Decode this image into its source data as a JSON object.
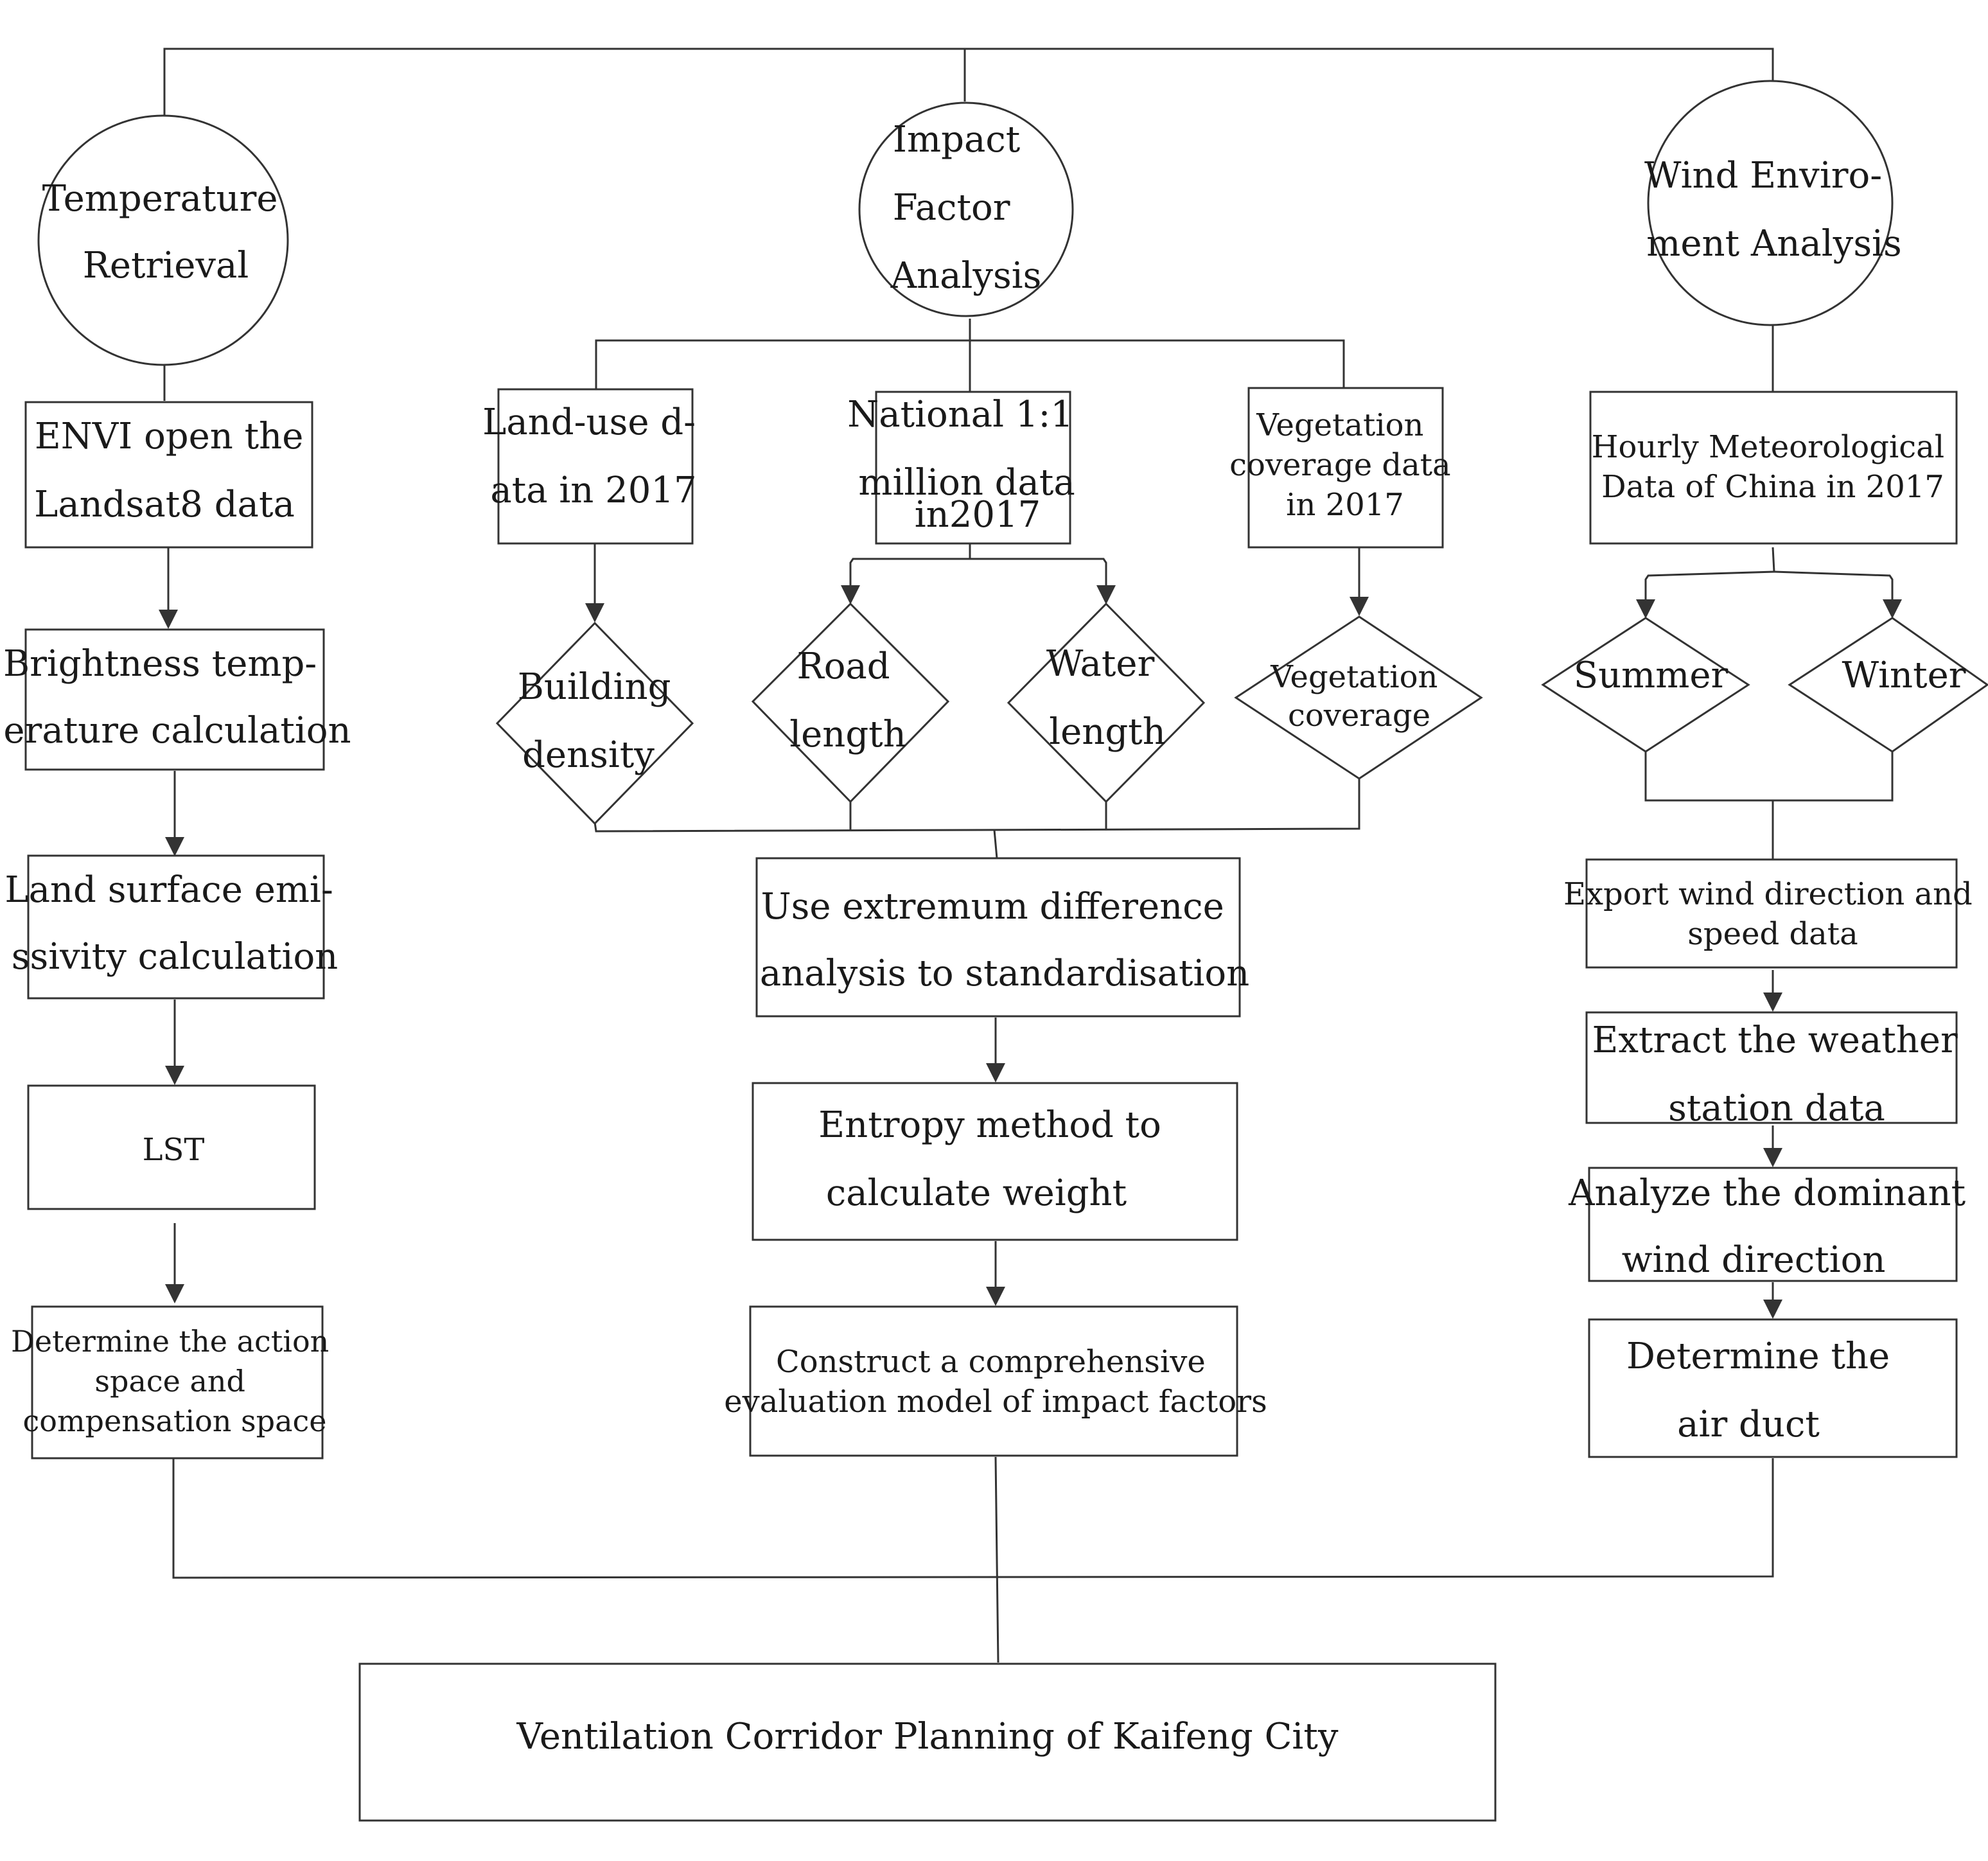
{
  "top_nodes": {
    "temperature": {
      "lines": [
        "Temperature",
        "Retrieval"
      ]
    },
    "impact": {
      "lines": [
        "Impact",
        "Factor",
        "Analysis"
      ]
    },
    "wind": {
      "lines": [
        "Wind Enviro-",
        "ment Analysis"
      ]
    }
  },
  "temperature_branch": {
    "envi": {
      "lines": [
        "ENVI open the",
        "Landsat8 data"
      ]
    },
    "brightness": {
      "lines": [
        "Brightness temp-",
        "erature calculation"
      ]
    },
    "emissivity": {
      "lines": [
        "Land surface emi-",
        "ssivity calculation"
      ]
    },
    "lst": {
      "lines": [
        "LST"
      ]
    },
    "determine_space": {
      "lines": [
        "Determine the action",
        "space and",
        "compensation space"
      ]
    }
  },
  "impact_branch": {
    "landuse": {
      "lines": [
        "Land-use d-",
        "ata in 2017"
      ]
    },
    "national": {
      "lines": [
        "National 1:1",
        "million data",
        "in2017"
      ]
    },
    "vegetation_data": {
      "lines": [
        "Vegetation",
        "coverage data",
        "in 2017"
      ]
    },
    "building_density": {
      "lines": [
        "Building",
        "density"
      ]
    },
    "road_length": {
      "lines": [
        "Road",
        "length"
      ]
    },
    "water_length": {
      "lines": [
        "Water",
        "length"
      ]
    },
    "vegetation_coverage": {
      "lines": [
        "Vegetation",
        "coverage"
      ]
    },
    "extremum": {
      "lines": [
        "Use extremum difference",
        "analysis to standardisation"
      ]
    },
    "entropy": {
      "lines": [
        "Entropy method to",
        "calculate weight"
      ]
    },
    "construct": {
      "lines": [
        "Construct a comprehensive",
        "evaluation model of impact factors"
      ]
    }
  },
  "wind_branch": {
    "hourly": {
      "lines": [
        "Hourly Meteorological",
        "Data of China in 2017"
      ]
    },
    "summer": {
      "lines": [
        "Summer"
      ]
    },
    "winter": {
      "lines": [
        "Winter"
      ]
    },
    "export": {
      "lines": [
        "Export wind direction and",
        "speed data"
      ]
    },
    "extract": {
      "lines": [
        "Extract the weather",
        "station data"
      ]
    },
    "analyze": {
      "lines": [
        "Analyze the dominant",
        "wind direction"
      ]
    },
    "determine_duct": {
      "lines": [
        "Determine the",
        "air duct"
      ]
    }
  },
  "final": {
    "lines": [
      "Ventilation Corridor Planning of Kaifeng City"
    ]
  }
}
